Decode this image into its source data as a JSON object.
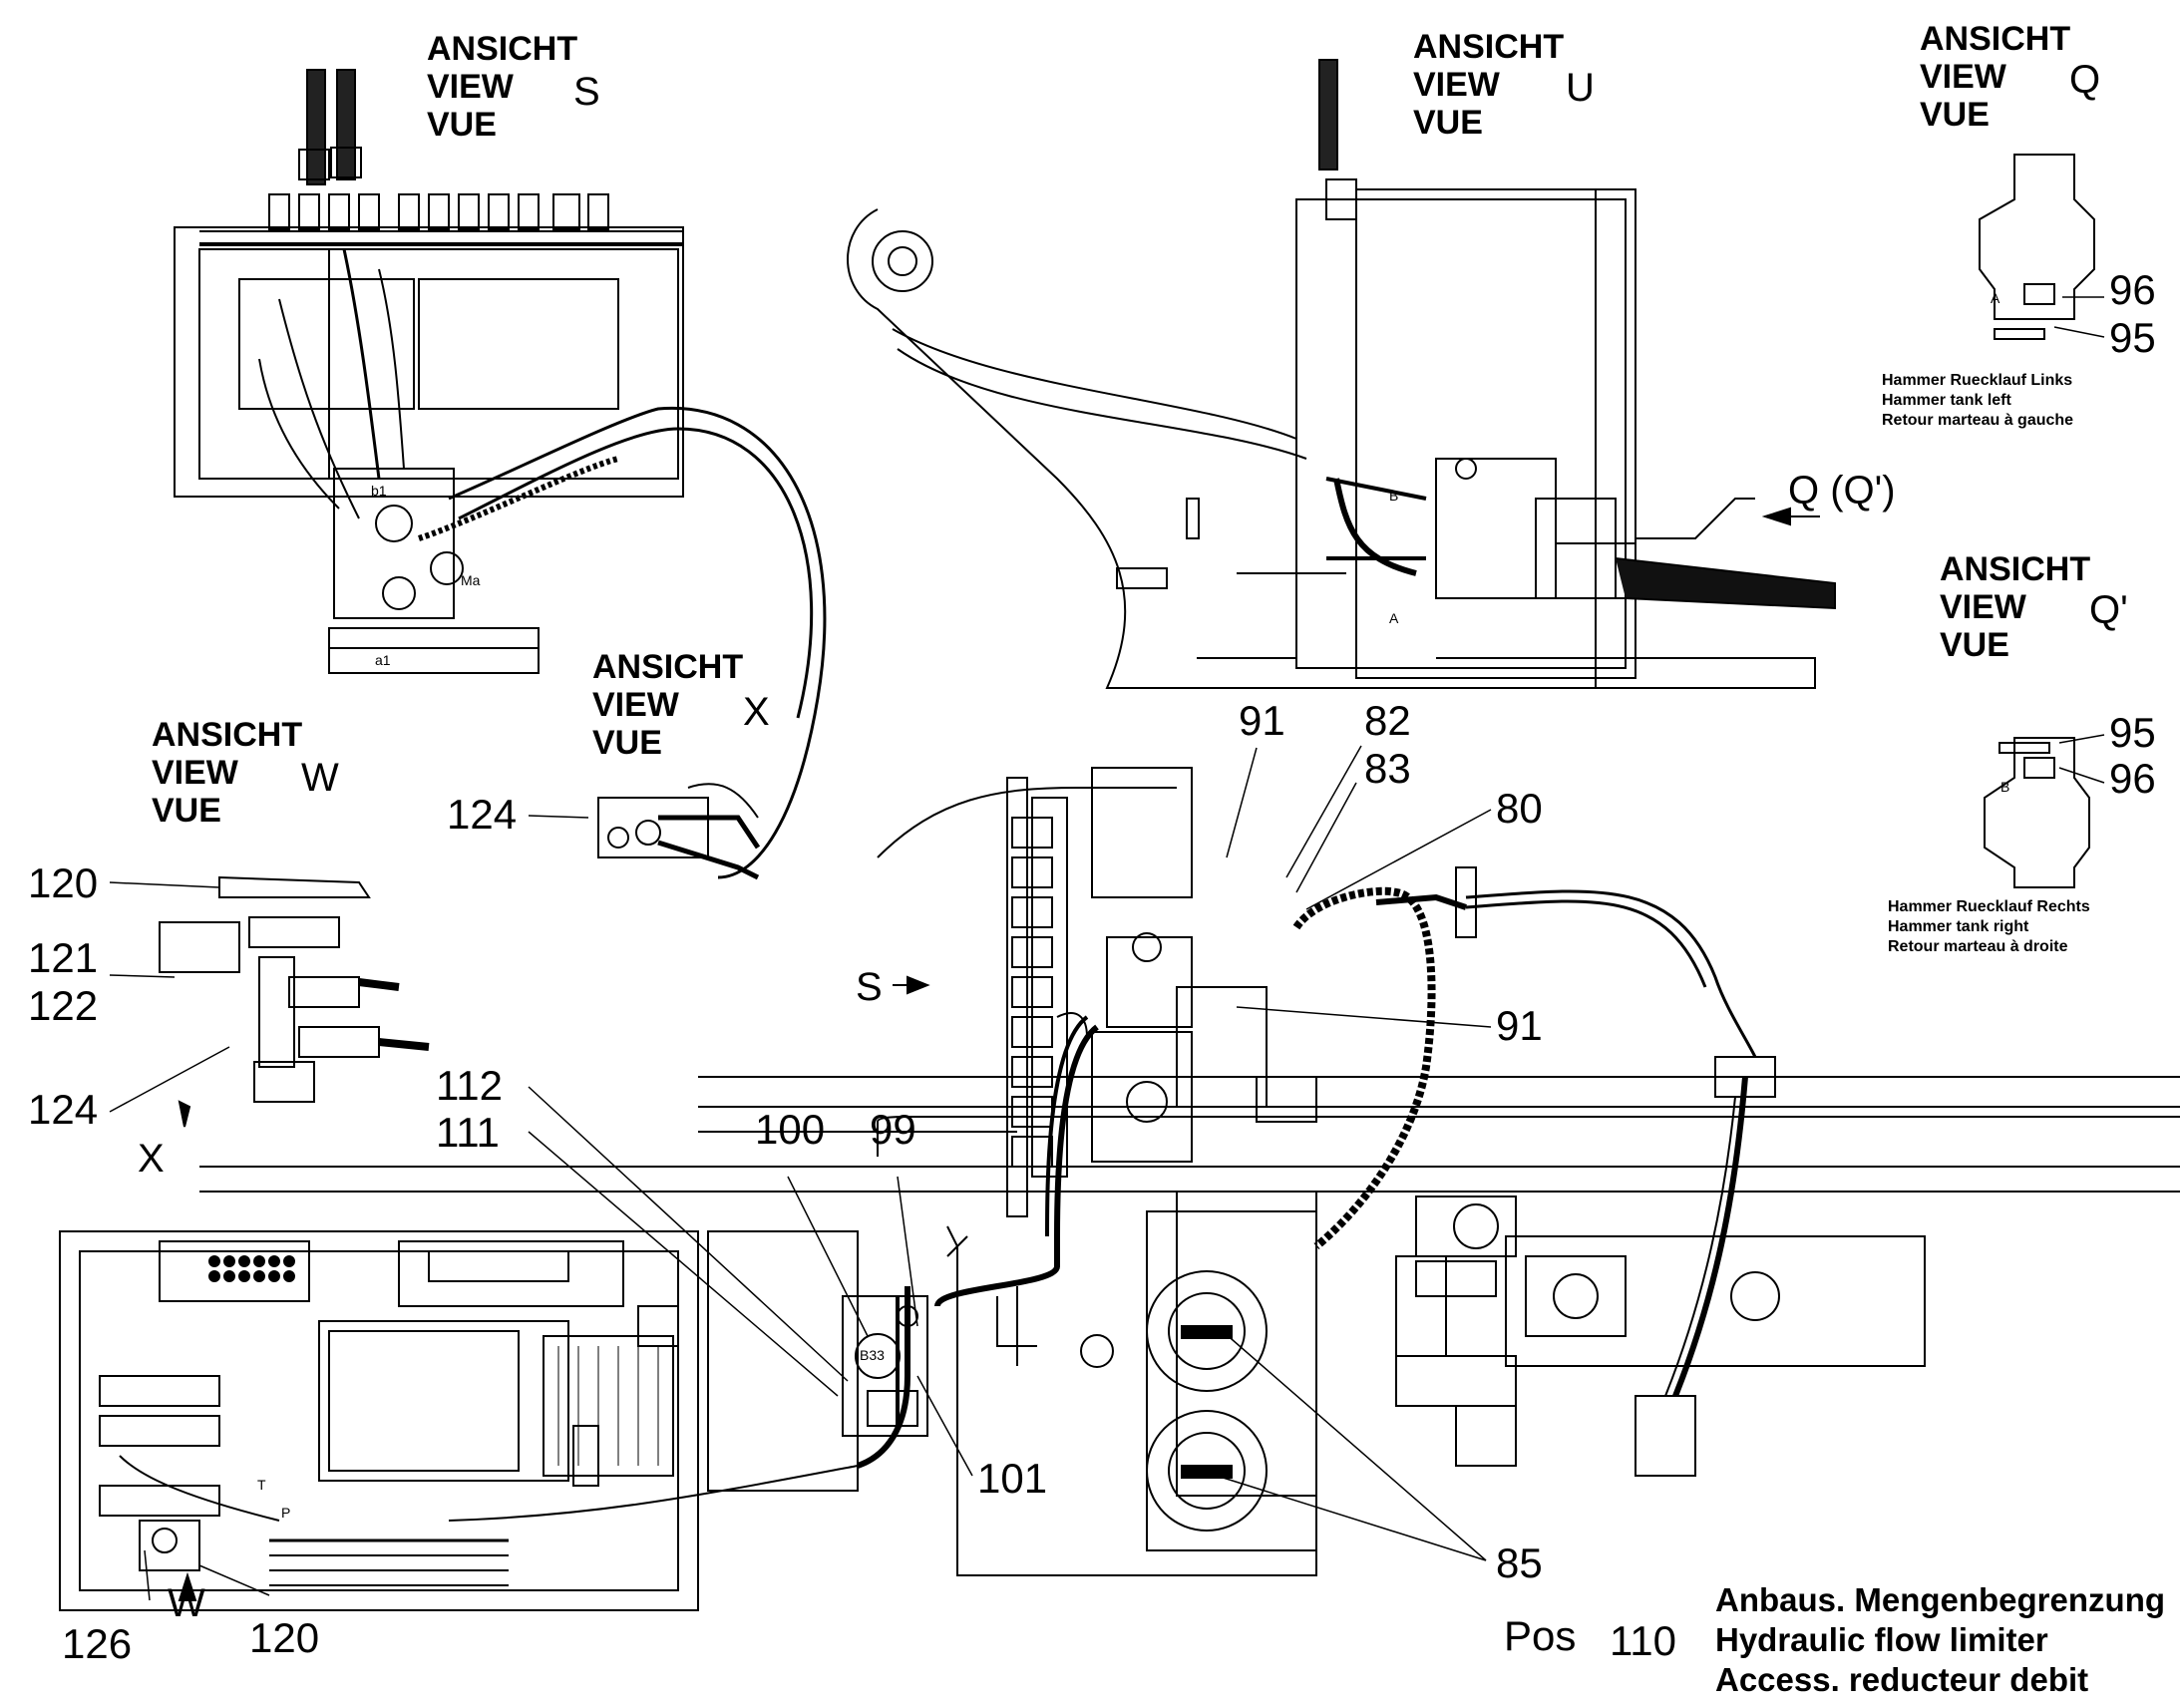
{
  "view_header": [
    "ANSICHT",
    "VIEW",
    "VUE"
  ],
  "views": {
    "S": {
      "letter": "S"
    },
    "U": {
      "letter": "U"
    },
    "Q": {
      "letter": "Q"
    },
    "Q2": {
      "letter": "Q'"
    },
    "X": {
      "letter": "X"
    },
    "W": {
      "letter": "W"
    }
  },
  "view_arrows": {
    "q_view": "Q (Q')",
    "s_view": "S",
    "x_view": "X",
    "w_view": "W"
  },
  "notes": {
    "left": [
      "Hammer Ruecklauf Links",
      "Hammer tank left",
      "Retour marteau à gauche"
    ],
    "right": [
      "Hammer Ruecklauf Rechts",
      "Hammer tank right",
      "Retour marteau à droite"
    ]
  },
  "callouts": {
    "c96a": "96",
    "c95a": "95",
    "c95b": "95",
    "c96b": "96",
    "c91a": "91",
    "c82": "82",
    "c83": "83",
    "c80": "80",
    "c91b": "91",
    "c124x": "124",
    "c120a": "120",
    "c121": "121",
    "c122": "122",
    "c124w": "124",
    "c112": "112",
    "c111": "111",
    "c100": "100",
    "c99": "99",
    "c101": "101",
    "c85": "85",
    "c126": "126",
    "c120b": "120"
  },
  "small_marks": {
    "b1": "b1",
    "a1": "a1",
    "B_u": "B",
    "A_u": "A",
    "B33": "B33",
    "P": "P",
    "T": "T",
    "Ma": "Ma",
    "A_q": "A",
    "B_q": "B"
  },
  "caption": {
    "pos_label": "Pos",
    "pos_number": "110",
    "lines": [
      "Anbaus. Mengenbegrenzung",
      "Hydraulic flow limiter",
      "Access. reducteur debit"
    ]
  }
}
